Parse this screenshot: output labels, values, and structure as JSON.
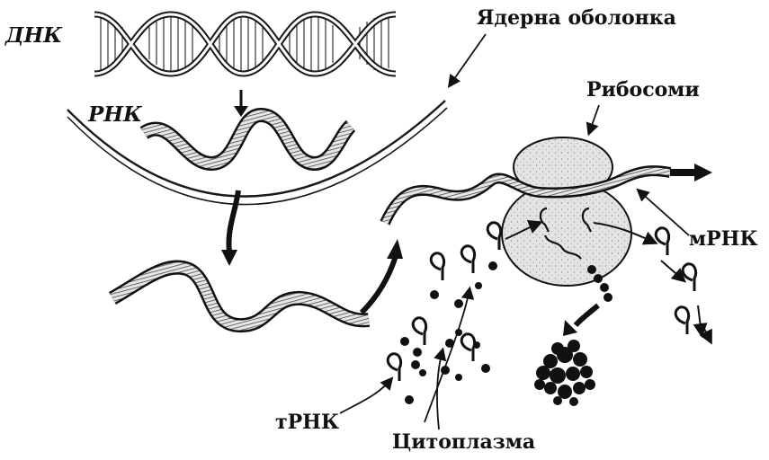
{
  "labels": {
    "dna": "ДНК",
    "rna": "РНК",
    "nuclear_envelope": "Ядерна оболонка",
    "ribosomes": "Рибосоми",
    "mrna": "мРНК",
    "trna": "тРНК",
    "cytoplasm": "Цитоплазма"
  },
  "colors": {
    "ink": "#1a1a1a",
    "fill_gray": "#bdbdbd",
    "ribosome_fill": "#d9d9d9"
  }
}
